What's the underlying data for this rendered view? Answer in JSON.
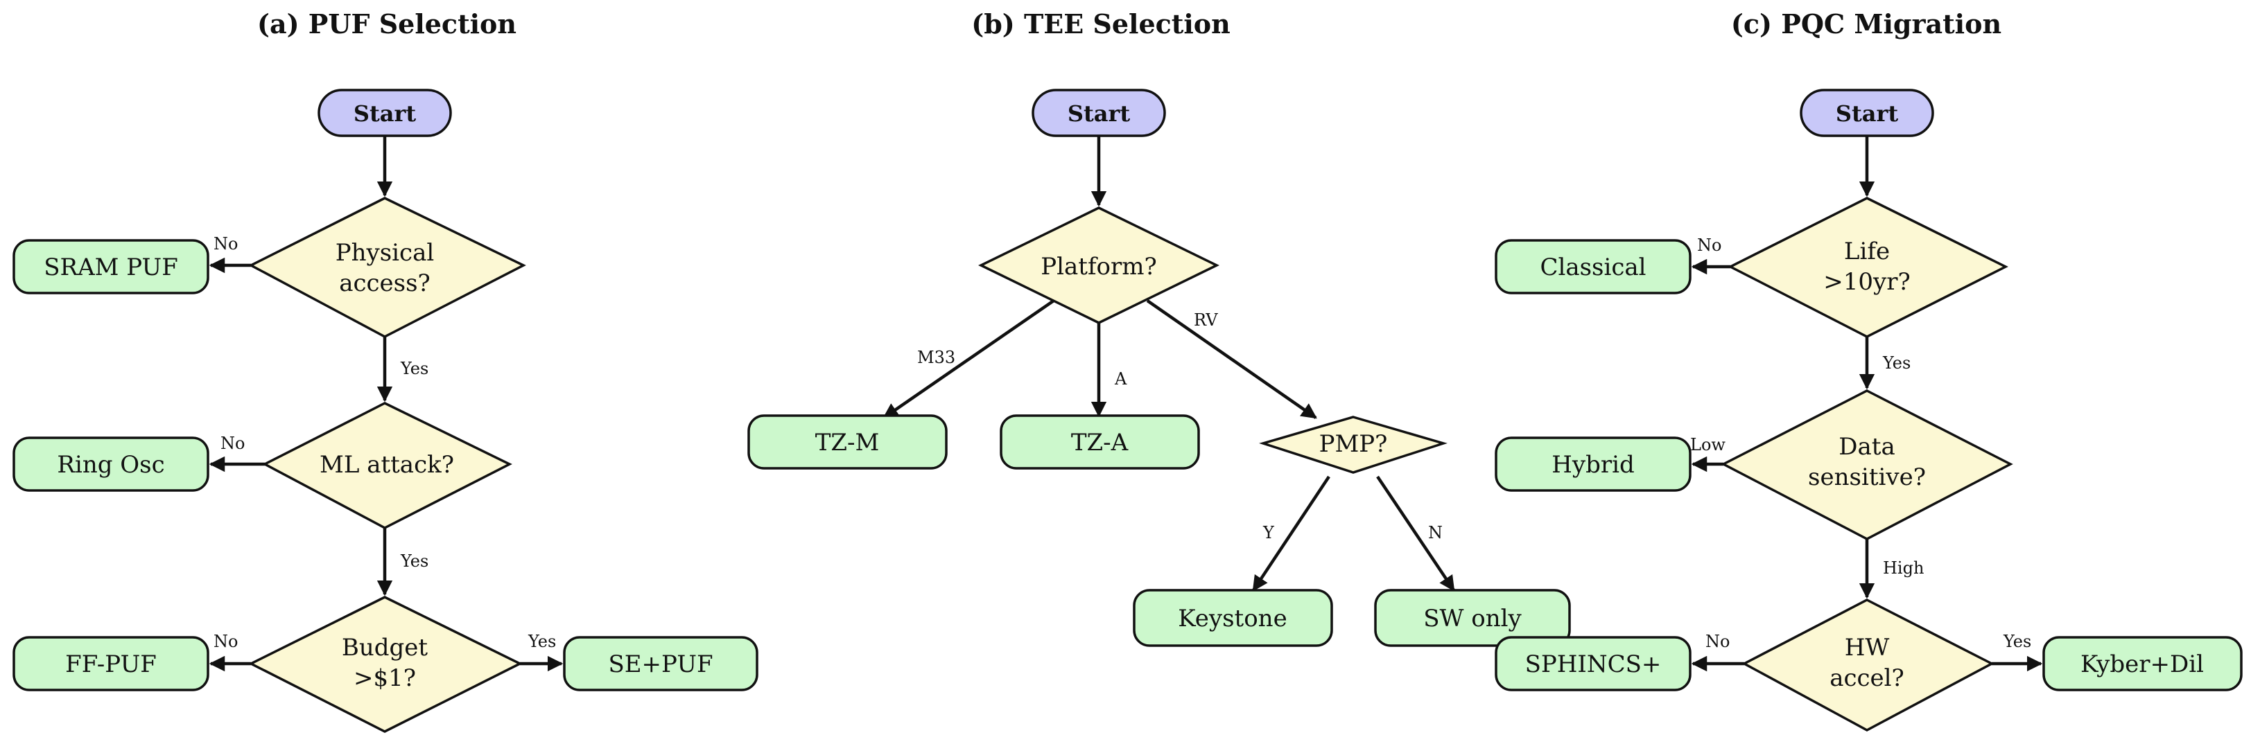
{
  "panels": {
    "a": {
      "title": "(a) PUF Selection",
      "start": "Start",
      "q1": [
        "Physical",
        "access?"
      ],
      "q2": [
        "ML attack?"
      ],
      "q3": [
        "Budget",
        ">$1?"
      ],
      "sram": "SRAM PUF",
      "ring": "Ring Osc",
      "ff": "FF-PUF",
      "se": "SE+PUF",
      "no1": "No",
      "yes1": "Yes",
      "no2": "No",
      "yes2": "Yes",
      "no3": "No",
      "yes3": "Yes"
    },
    "b": {
      "title": "(b) TEE Selection",
      "start": "Start",
      "q1": [
        "Platform?"
      ],
      "q2": [
        "PMP?"
      ],
      "tzm": "TZ-M",
      "tza": "TZ-A",
      "keystone": "Keystone",
      "swonly": "SW only",
      "m33": "M33",
      "a": "A",
      "rv": "RV",
      "y": "Y",
      "n": "N"
    },
    "c": {
      "title": "(c) PQC Migration",
      "start": "Start",
      "q1": [
        "Life",
        ">10yr?"
      ],
      "q2": [
        "Data",
        "sensitive?"
      ],
      "q3": [
        "HW",
        "accel?"
      ],
      "classical": "Classical",
      "hybrid": "Hybrid",
      "sphincs": "SPHINCS+",
      "kyber": "Kyber+Dil",
      "no1": "No",
      "yes1": "Yes",
      "low": "Low",
      "high": "High",
      "no3": "No",
      "yes3": "Yes"
    }
  }
}
